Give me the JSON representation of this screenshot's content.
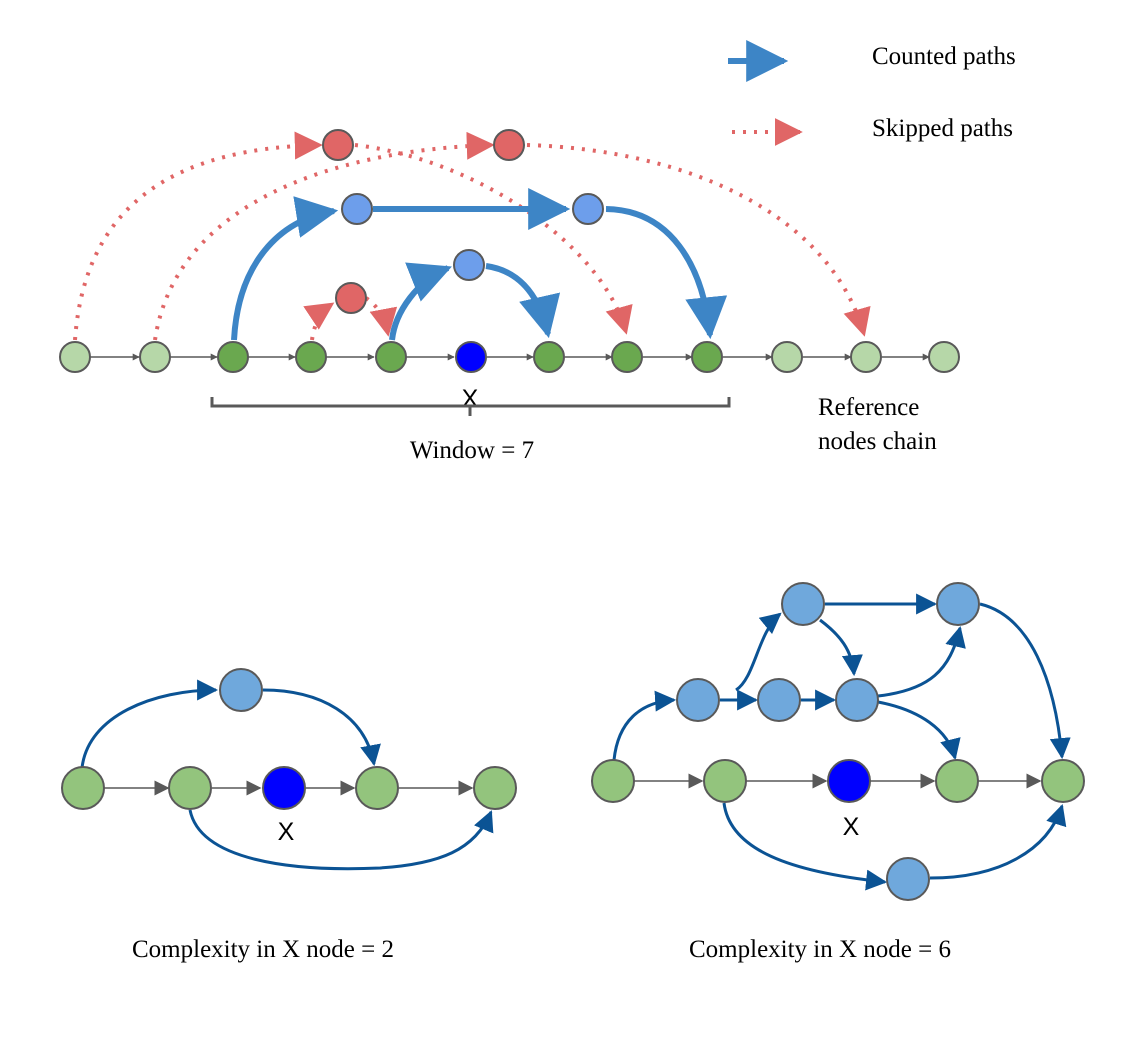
{
  "legend": {
    "counted_label": "Counted paths",
    "skipped_label": "Skipped paths"
  },
  "top_panel": {
    "x_label": "X",
    "window_label": "Window = 7",
    "reference_line1": "Reference",
    "reference_line2": "nodes chain"
  },
  "bottom_left": {
    "x_label": "X",
    "caption": "Complexity in X node = 2"
  },
  "bottom_right": {
    "x_label": "X",
    "caption": "Complexity in X node = 6"
  },
  "colors": {
    "reference_light": "#b6d7a8",
    "reference_in_window": "#6aa84f",
    "target_node": "#0000ff",
    "counted_path": "#3d85c6",
    "counted_node": "#6d9eeb",
    "skipped_path": "#e06666",
    "skipped_node": "#e06666",
    "bottom_reference": "#93c47d",
    "bottom_path": "#0b5394",
    "bottom_node": "#6fa8dc",
    "chain_arrow": "#595959"
  }
}
